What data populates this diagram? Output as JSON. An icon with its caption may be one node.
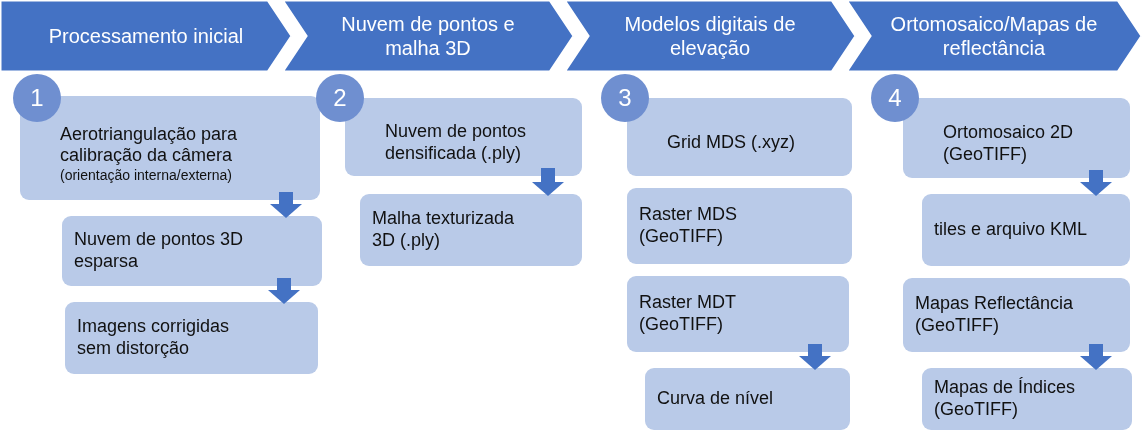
{
  "diagram": {
    "nodes": [
      {
        "text": [
          "Processamento inicial"
        ]
      },
      {
        "text": [
          "Nuvem de pontos e malha 3D"
        ]
      },
      {
        "text": [
          "Modelos digitais de elevação"
        ]
      },
      {
        "text": [
          "Ortomosaico/Mapas de reflectância"
        ]
      },
      {
        "text": [
          "1"
        ]
      },
      {
        "text": [
          "Aerotriangulação para calibração da câmera",
          "(orientação interna/externa)"
        ]
      },
      {
        "text": [
          "Nuvem de pontos 3D esparsa"
        ]
      },
      {
        "text": [
          "Imagens corrigidas sem distorção"
        ]
      },
      {
        "text": [
          "2"
        ]
      },
      {
        "text": [
          "Nuvem de pontos densificada (.ply)"
        ]
      },
      {
        "text": [
          "Malha texturizada 3D (.ply)"
        ]
      },
      {
        "text": [
          "3"
        ]
      },
      {
        "text": [
          "Grid MDS (.xyz)"
        ]
      },
      {
        "text": [
          "Raster MDS (GeoTIFF)"
        ]
      },
      {
        "text": [
          "Raster MDT (GeoTIFF)"
        ]
      },
      {
        "text": [
          "Curva de nível"
        ]
      },
      {
        "text": [
          "4"
        ]
      },
      {
        "text": [
          "Ortomosaico 2D (GeoTIFF)"
        ]
      },
      {
        "text": [
          "tiles e arquivo KML"
        ]
      },
      {
        "text": [
          "Mapas Reflectância (GeoTIFF)"
        ]
      },
      {
        "text": [
          "Mapas de Índices (GeoTIFF)"
        ]
      }
    ],
    "edges": [
      {
        "from": 5,
        "to": 6,
        "arrow": "to"
      },
      {
        "from": 6,
        "to": 7,
        "arrow": "to"
      },
      {
        "from": 9,
        "to": 10,
        "arrow": "to"
      },
      {
        "from": 14,
        "to": 15,
        "arrow": "to"
      },
      {
        "from": 17,
        "to": 18,
        "arrow": "to"
      },
      {
        "from": 19,
        "to": 20,
        "arrow": "to"
      }
    ]
  }
}
